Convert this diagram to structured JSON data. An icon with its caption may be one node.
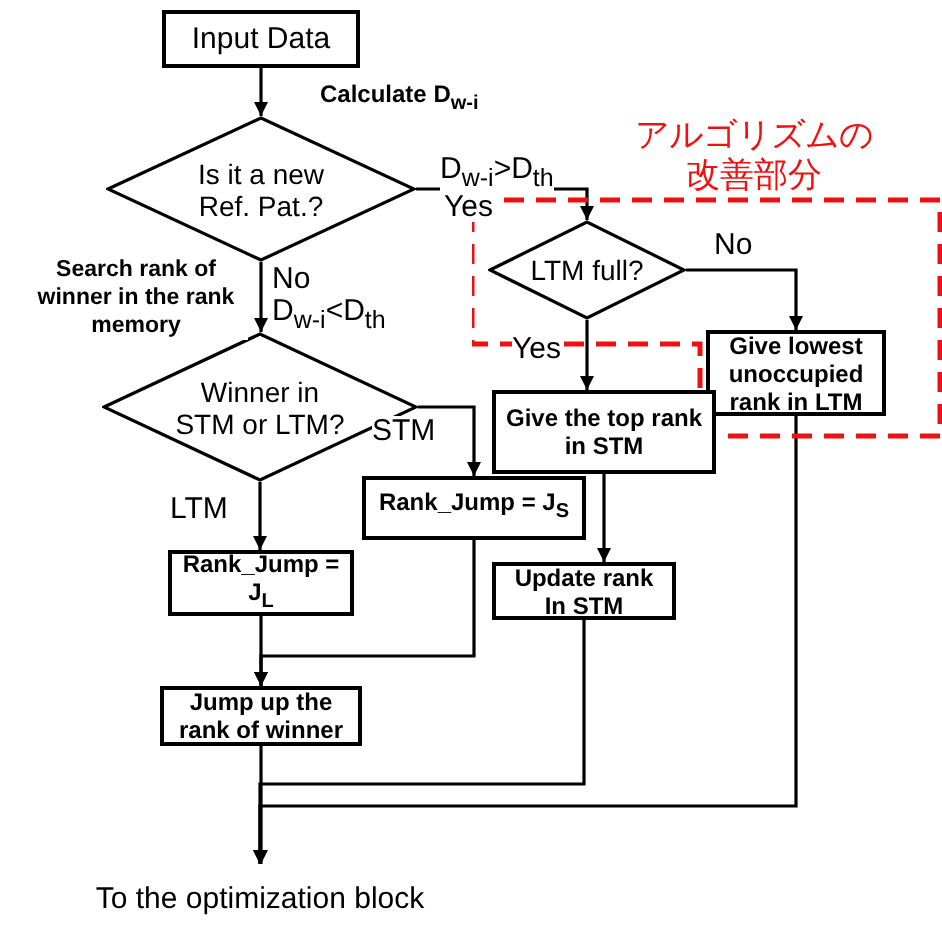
{
  "diagram": {
    "nodes": [
      {
        "text": [
          "Input Data"
        ]
      },
      {
        "text": [
          "Is it a new Ref. Pat.?"
        ]
      },
      {
        "text": [
          "Winner in STM or LTM?"
        ]
      },
      {
        "text": [
          "アルゴリズムの改善部分"
        ]
      },
      {
        "text": [
          "LTM full?"
        ],
        "in": 3
      },
      {
        "text": [
          "Give lowest unoccupied rank in LTM"
        ],
        "in": 3
      },
      {
        "text": [
          "Give the top rank in STM"
        ]
      },
      {
        "text": [
          "Rank_Jump = J$_{S}$"
        ]
      },
      {
        "text": [
          "Rank_Jump = J$_{L}$"
        ]
      },
      {
        "text": [
          "Update rank In STM"
        ]
      },
      {
        "text": [
          "Jump up the rank of winner"
        ]
      },
      {
        "text": [
          "To the optimization block"
        ]
      }
    ],
    "edges": [
      {
        "from": 0,
        "to": 1,
        "arrow": "to",
        "label": "Calculate D$_{w-i}$"
      },
      {
        "from": 1,
        "to": 4,
        "arrow": "to",
        "label": "Yes"
      },
      {
        "from": 1,
        "to": 2,
        "arrow": "to",
        "label": "No"
      },
      {
        "from": 4,
        "to": 5,
        "arrow": "to",
        "label": "No"
      },
      {
        "from": 4,
        "to": 6,
        "arrow": "to",
        "label": "Yes"
      },
      {
        "from": 2,
        "to": 7,
        "arrow": "to",
        "label": "STM"
      },
      {
        "from": 2,
        "to": 8,
        "arrow": "to",
        "label": "LTM"
      },
      {
        "from": 7,
        "to": 10,
        "arrow": "to"
      },
      {
        "from": 8,
        "to": 10,
        "arrow": "to"
      },
      {
        "from": 6,
        "to": 9,
        "arrow": "to"
      },
      {
        "from": 10,
        "to": 11,
        "arrow": "to"
      },
      {
        "from": 9,
        "to": 11,
        "arrow": "to"
      },
      {
        "from": 5,
        "to": 11,
        "arrow": "to"
      }
    ],
    "labels": [
      "D$_{w-i}$>D$_{th}$",
      "D$_{w-i}$<D$_{th}$",
      "Search rank of winner in the rank memory"
    ]
  }
}
